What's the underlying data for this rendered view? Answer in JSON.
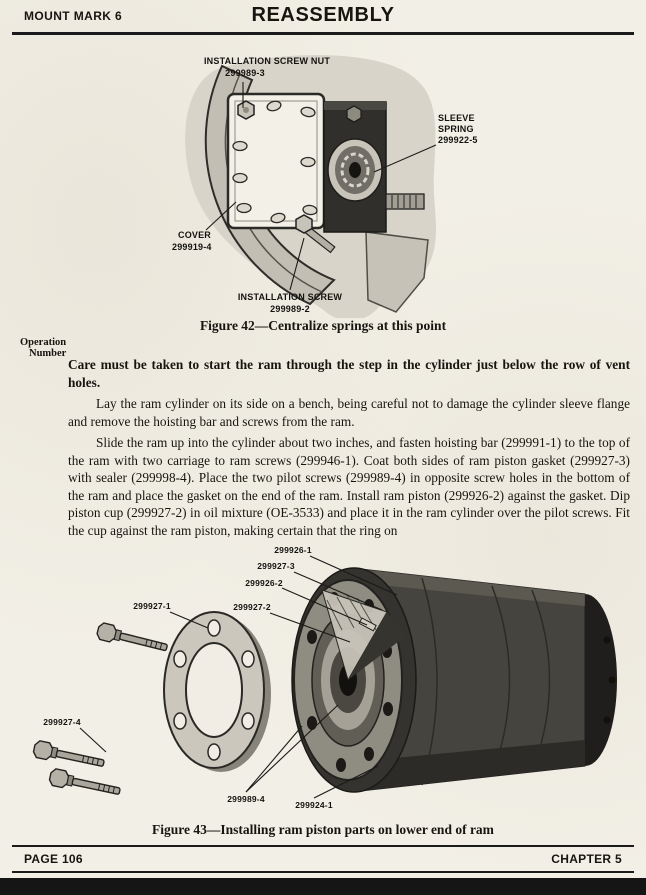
{
  "colors": {
    "paper": "#f2efe6",
    "ink": "#17150f",
    "rule": "#1b1b1b",
    "scan_band": "#151515"
  },
  "header": {
    "left": "MOUNT MARK 6",
    "title": "REASSEMBLY"
  },
  "figure42": {
    "callouts": [
      {
        "line1": "INSTALLATION SCREW NUT",
        "part": "299989-3"
      },
      {
        "line1": "SLEEVE",
        "line2": "SPRING",
        "part": "299922-5"
      },
      {
        "line1": "COVER",
        "part": "299919-4"
      },
      {
        "line1": "INSTALLATION SCREW",
        "part": "299989-2"
      }
    ],
    "caption": "Figure 42—Centralize springs at this point"
  },
  "sidenote": {
    "line1": "Operation",
    "line2": "Number"
  },
  "body": {
    "para1": "Care must be taken to start the ram through the step in the cylinder just below the row of vent holes.",
    "para2": "Lay the ram cylinder on its side on a bench, being careful not to damage the cylinder sleeve flange and remove the hoisting bar and screws from the ram.",
    "para3": "Slide the ram up into the cylinder about two inches, and fasten hoisting bar (299991-1) to the top of the ram with two carriage to ram screws (299946-1). Coat both sides of ram piston gasket (299927-3) with sealer (299998-4). Place the two pilot screws (299989-4) in opposite screw holes in the bottom of the ram and place the gasket on the end of the ram. Install ram piston (299926-2) against the gasket. Dip piston cup (299927-2) in oil mixture (OE-3533) and place it in the ram cylinder over the pilot screws. Fit the cup against the ram piston, making certain that the ring on"
  },
  "figure43": {
    "callouts": [
      "299926-1",
      "299927-3",
      "299926-2",
      "299927-2",
      "299927-1",
      "299927-4",
      "299989-4",
      "299924-1"
    ],
    "caption": "Figure 43—Installing ram piston parts on lower end of ram"
  },
  "footer": {
    "left": "PAGE 106",
    "right": "CHAPTER 5"
  }
}
